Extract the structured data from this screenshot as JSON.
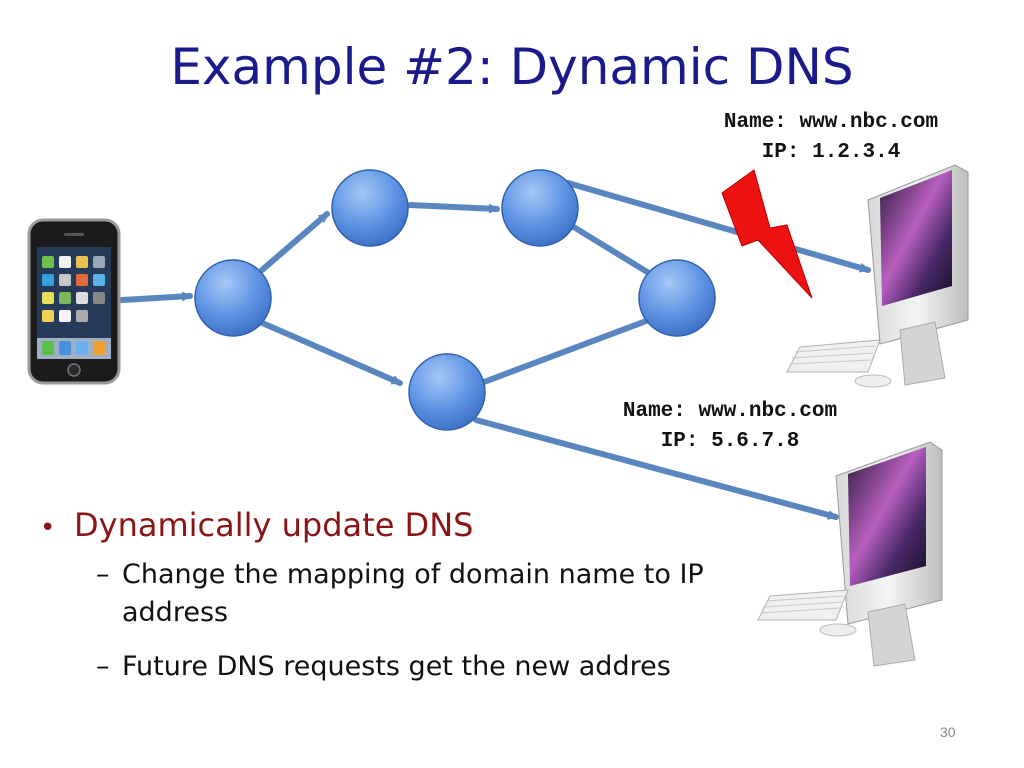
{
  "slide": {
    "title": "Example #2: Dynamic DNS",
    "page_number": "30"
  },
  "server_labels": [
    {
      "name_line": "Name: www.nbc.com",
      "ip_line": "IP: 1.2.3.4"
    },
    {
      "name_line": "Name: www.nbc.com",
      "ip_line": "IP: 5.6.7.8"
    }
  ],
  "bullets": {
    "main": "Dynamically update DNS",
    "sub": [
      "Change the mapping of domain name to IP address",
      "Future DNS requests get the new addres"
    ]
  },
  "colors": {
    "title": "#1a1a8c",
    "main_bullet": "#8b1414",
    "node_fill": "#5b8fe0",
    "arrow": "#5a86c0",
    "lightning": "#ee1111"
  },
  "icons": {
    "client": "smartphone-icon",
    "server": "desktop-computer-icon",
    "failure": "lightning-bolt-icon"
  }
}
